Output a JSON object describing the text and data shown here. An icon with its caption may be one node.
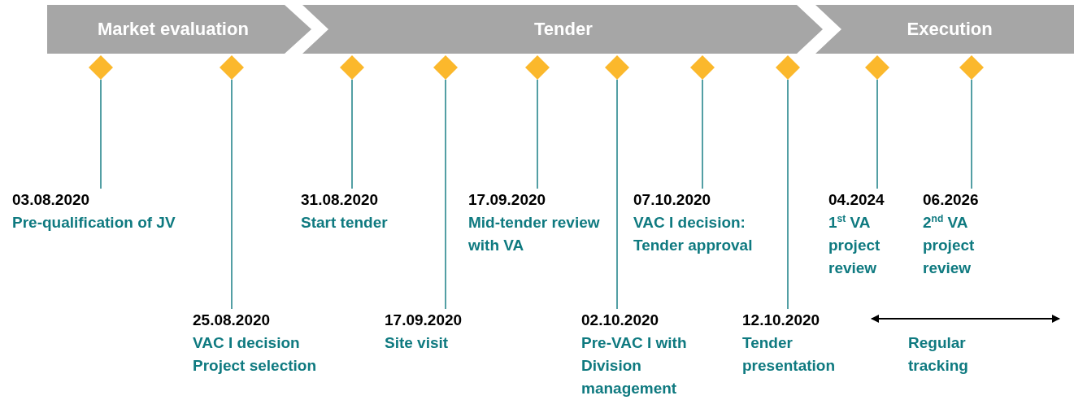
{
  "diagram": {
    "nodes": [
      {
        "text": [
          "Market evaluation"
        ]
      },
      {
        "text": [
          "Tender"
        ]
      },
      {
        "text": [
          "Execution"
        ]
      },
      {
        "text": [],
        "shape": "diamond"
      },
      {
        "text": [],
        "shape": "diamond"
      },
      {
        "text": [],
        "shape": "diamond"
      },
      {
        "text": [],
        "shape": "diamond"
      },
      {
        "text": [],
        "shape": "diamond"
      },
      {
        "text": [],
        "shape": "diamond"
      },
      {
        "text": [],
        "shape": "diamond"
      },
      {
        "text": [],
        "shape": "diamond"
      },
      {
        "text": [],
        "shape": "diamond"
      },
      {
        "text": [],
        "shape": "diamond"
      },
      {
        "text": [
          "03.08.2020",
          "Pre-qualification of JV"
        ]
      },
      {
        "text": [
          "25.08.2020",
          "VAC I decision Project selection"
        ]
      },
      {
        "text": [
          "31.08.2020",
          "Start tender"
        ]
      },
      {
        "text": [
          "17.09.2020",
          "Site visit"
        ]
      },
      {
        "text": [
          "17.09.2020",
          "Mid-tender review with VA"
        ]
      },
      {
        "text": [
          "02.10.2020",
          "Pre-VAC I with Division management"
        ]
      },
      {
        "text": [
          "07.10.2020",
          "VAC I decision: Tender approval"
        ]
      },
      {
        "text": [
          "12.10.2020",
          "Tender presentation"
        ]
      },
      {
        "text": [
          "04.2024",
          "1$^{st}$ VA project review"
        ]
      },
      {
        "text": [
          "06.2026",
          "2$^{nd}$ VA project review"
        ]
      }
    ],
    "edges": [
      {
        "from": 3,
        "to": 13,
        "arrow": "none"
      },
      {
        "from": 4,
        "to": 14,
        "arrow": "none"
      },
      {
        "from": 5,
        "to": 15,
        "arrow": "none"
      },
      {
        "from": 6,
        "to": 16,
        "arrow": "none"
      },
      {
        "from": 7,
        "to": 17,
        "arrow": "none"
      },
      {
        "from": 8,
        "to": 18,
        "arrow": "none"
      },
      {
        "from": 9,
        "to": 19,
        "arrow": "none"
      },
      {
        "from": 10,
        "to": 20,
        "arrow": "none"
      },
      {
        "from": 11,
        "to": 21,
        "arrow": "none"
      },
      {
        "from": 12,
        "to": 22,
        "arrow": "none"
      }
    ],
    "labels": [
      "Regular tracking"
    ]
  }
}
